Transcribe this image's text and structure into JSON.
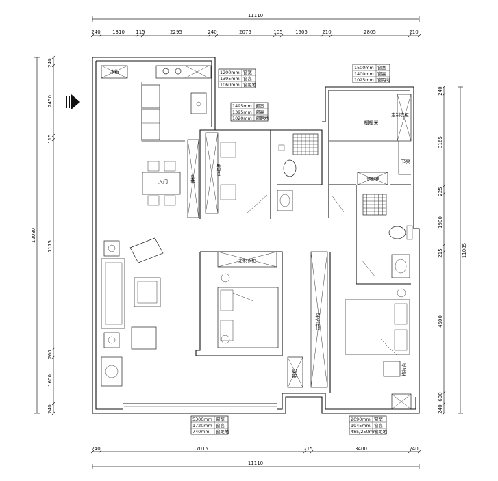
{
  "top_dims": {
    "overall": "11110",
    "segments": [
      "240",
      "1310",
      "115",
      "2295",
      "240",
      "2075",
      "105",
      "1505",
      "210",
      "2805",
      "210"
    ]
  },
  "bottom_dims": {
    "overall": "11110",
    "segments": [
      "240",
      "7015",
      "215",
      "3400",
      "240"
    ]
  },
  "left_dims": {
    "overall": "12080",
    "segments": [
      "240",
      "2450",
      "115",
      "7175",
      "260",
      "1600",
      "240"
    ]
  },
  "right_dims": {
    "overall": "11085",
    "segments": [
      "240",
      "3165",
      "225",
      "1900",
      "215",
      "4500",
      "600",
      "240"
    ]
  },
  "window_tables": [
    {
      "rows": [
        [
          "1200mm",
          "窗宽"
        ],
        [
          "1395mm",
          "窗高"
        ],
        [
          "1060mm",
          "窗距地"
        ]
      ]
    },
    {
      "rows": [
        [
          "1495mm",
          "窗宽"
        ],
        [
          "1395mm",
          "窗高"
        ],
        [
          "1020mm",
          "窗距地"
        ]
      ]
    },
    {
      "rows": [
        [
          "1500mm",
          "窗宽"
        ],
        [
          "1400mm",
          "窗高"
        ],
        [
          "1025mm",
          "窗距地"
        ]
      ]
    },
    {
      "rows": [
        [
          "5300mm",
          "窗宽"
        ],
        [
          "1720mm",
          "窗高"
        ],
        [
          "740mm",
          "窗距地"
        ]
      ]
    },
    {
      "rows": [
        [
          "2090mm",
          "窗宽"
        ],
        [
          "1945mm",
          "窗高"
        ],
        [
          "485/250mm",
          "窗距地"
        ]
      ]
    }
  ],
  "labels": {
    "fridge": "冰箱",
    "tatami": "榻榻米",
    "custom_wardrobe_study": "定制衣柜",
    "study_desk": "书桌",
    "custom_cabinet_small": "定制柜",
    "tv_cabinet": "电视柜",
    "entrance_cabinet": "鞋柜",
    "custom_wardrobe_mid": "定制衣柜",
    "custom_wardrobe_tall": "定制衣柜",
    "balcony_cabinet": "鞋柜",
    "vanity": "梳妆台",
    "entry": "入门"
  }
}
